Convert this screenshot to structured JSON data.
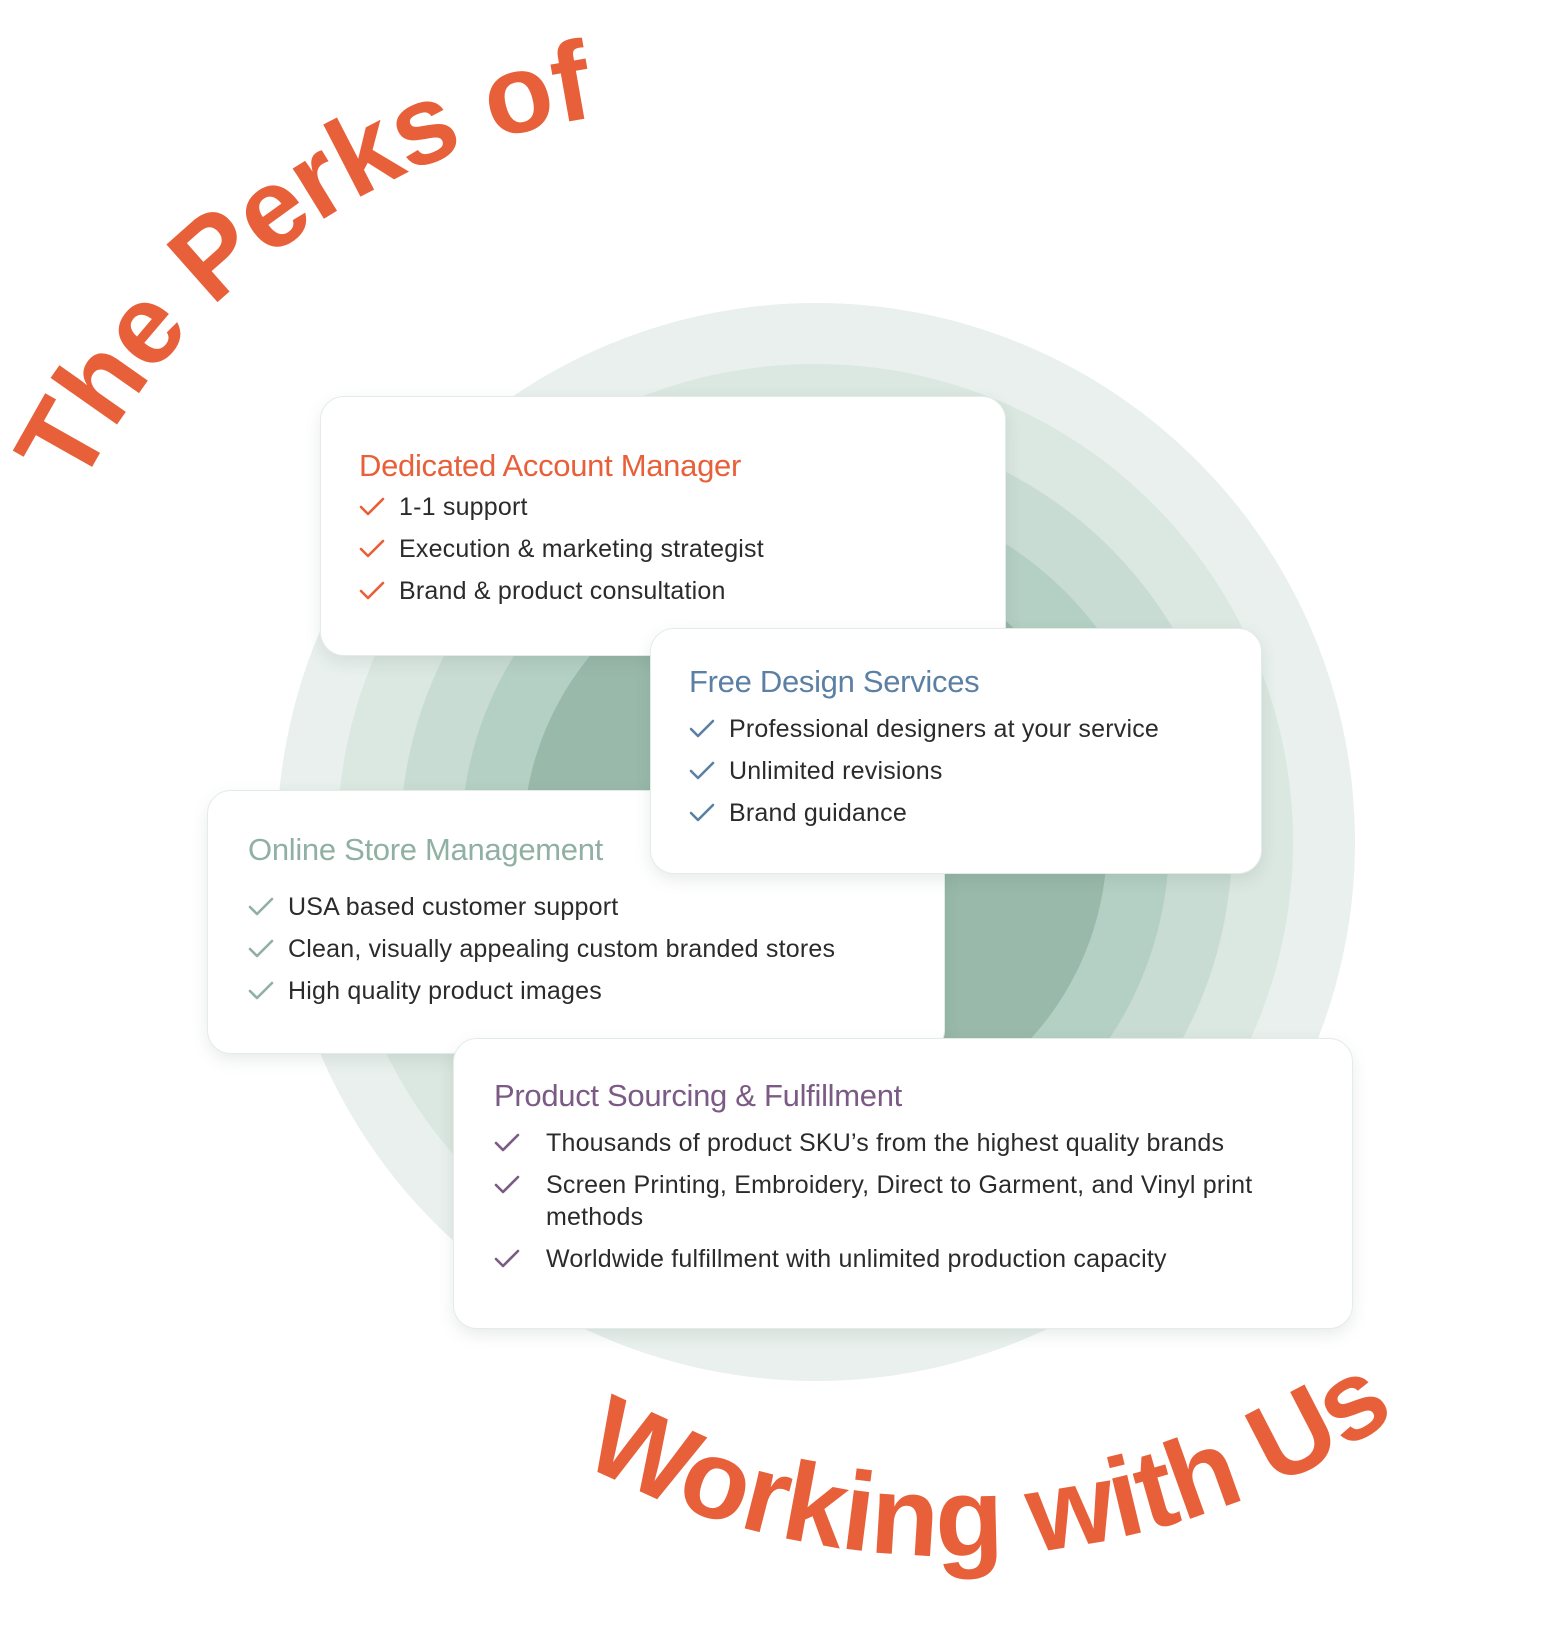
{
  "headline": {
    "line1": "The Perks of",
    "line2": "Working with Us",
    "color": "#e8603a"
  },
  "rings": {
    "colors": [
      "#e9f0ed",
      "#dbe7e1",
      "#c9dcd4",
      "#b4cfc4",
      "#99b9ab"
    ]
  },
  "cards": {
    "account": {
      "title": "Dedicated Account Manager",
      "title_color": "#e8603a",
      "check_icon": "check-icon",
      "items": [
        "1-1 support",
        "Execution & marketing strategist",
        "Brand & product consultation"
      ]
    },
    "design": {
      "title": "Free Design Services",
      "title_color": "#5c80a4",
      "check_icon": "check-icon",
      "items": [
        "Professional designers at your service",
        "Unlimited revisions",
        "Brand guidance"
      ]
    },
    "store": {
      "title": "Online Store Management",
      "title_color": "#8fb0a3",
      "check_icon": "check-icon",
      "items": [
        "USA based customer support",
        "Clean, visually appealing custom branded stores",
        "High quality product images"
      ]
    },
    "sourcing": {
      "title": "Product Sourcing & Fulfillment",
      "title_color": "#7b5a85",
      "check_icon": "check-icon",
      "items": [
        "Thousands of product SKU’s from the highest quality brands",
        "Screen Printing, Embroidery, Direct to Garment, and Vinyl print methods",
        "Worldwide fulfillment with unlimited production capacity"
      ]
    }
  }
}
